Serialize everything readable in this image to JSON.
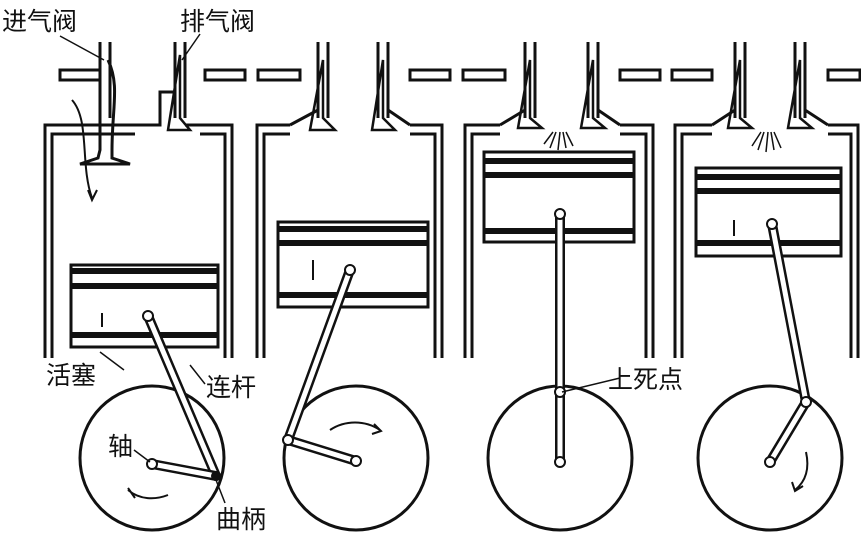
{
  "labels": {
    "intake_valve": "进气阀",
    "exhaust_valve": "排气阀",
    "piston": "活塞",
    "connecting_rod": "连杆",
    "shaft": "轴",
    "crank": "曲柄",
    "top_dead_center": "上死点"
  },
  "colors": {
    "ink": "#111111",
    "paper": "#ffffff",
    "piston_fill": "#ffffff"
  },
  "stages": [
    {
      "id": "stage-1",
      "piston_position": "bottom",
      "intake_valve_open": true,
      "gas_flow": "intake"
    },
    {
      "id": "stage-2",
      "piston_position": "middle",
      "intake_valve_open": false,
      "gas_flow": "none"
    },
    {
      "id": "stage-3",
      "piston_position": "top",
      "intake_valve_open": false,
      "gas_flow": "spark"
    },
    {
      "id": "stage-4",
      "piston_position": "top",
      "intake_valve_open": false,
      "gas_flow": "spark"
    }
  ]
}
